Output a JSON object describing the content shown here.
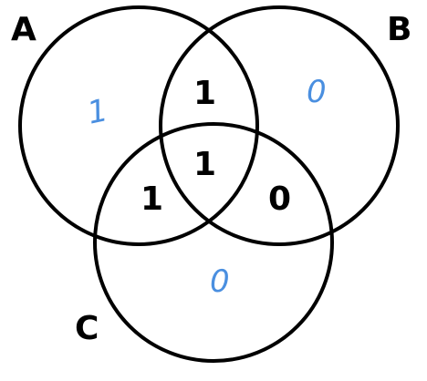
{
  "sets": {
    "a": {
      "label": "A"
    },
    "b": {
      "label": "B"
    },
    "c": {
      "label": "C"
    }
  },
  "regions": {
    "a_only": "1",
    "b_only": "0",
    "c_only": "0",
    "a_b": "1",
    "a_c": "1",
    "b_c": "0",
    "a_b_c": "1"
  },
  "colors": {
    "outline": "#000000",
    "handwritten": "#4a8fe0"
  }
}
